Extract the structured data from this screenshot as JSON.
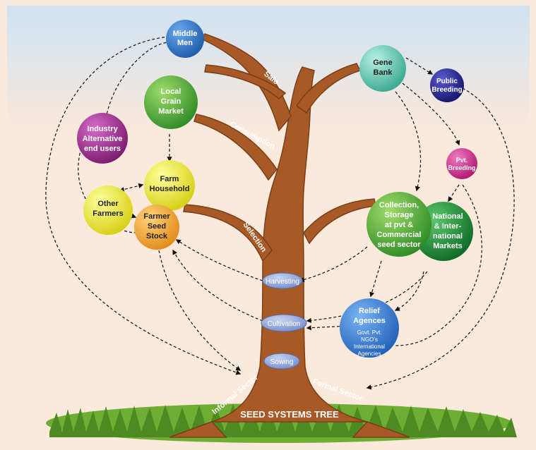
{
  "title": "SEED SYSTEMS TREE",
  "nodes": {
    "middle_men": [
      "Middle",
      "Men"
    ],
    "local_grain_market": [
      "Local",
      "Grain",
      "Market"
    ],
    "industry": [
      "Industry",
      "Alternative",
      "end users"
    ],
    "farm_household": [
      "Farm",
      "Household"
    ],
    "other_farmers": [
      "Other",
      "Farmers"
    ],
    "farmer_seed_stock": [
      "Farmer",
      "Seed",
      "Stock"
    ],
    "gene_bank": [
      "Gene",
      "Bank"
    ],
    "public_breeding": [
      "Public",
      "Breeding"
    ],
    "pvt_breeding": [
      "Pvt.",
      "Breeding"
    ],
    "collection": [
      "Collection,",
      "Storage",
      "at pvt &",
      "Commercial",
      "seed sector"
    ],
    "national_markets": [
      "National",
      "& Inter-",
      "national",
      "Markets"
    ],
    "relief_agencies": [
      "Relief",
      "Agences"
    ],
    "relief_sub": [
      "Govt. Pvt.",
      "NGO's",
      "International",
      "Agencies"
    ]
  },
  "branches": {
    "sale": "Sale",
    "consumption": "Consumption",
    "selection": "Selection",
    "informal": "Informal Sector",
    "formal": "Formal Sector"
  },
  "stages": {
    "harvesting": "Harvesting",
    "cultivation": "Cultivation",
    "sowing": "Sowing"
  },
  "colors": {
    "background": "#fbe9dc",
    "sky": "#d8e8f3",
    "trunk": "#a85a26",
    "grass": "#5a9a2c",
    "blue": "#2b6fc4",
    "green": "#4aa33a",
    "purple": "#9a2a8a",
    "yellow": "#e8e22a",
    "orange": "#f0a030",
    "teal": "#5cc4b0",
    "navy": "#24238a",
    "magenta": "#d02a8a",
    "dark_green": "#1f8a3a",
    "stage_pill": "#8fa6d8"
  }
}
